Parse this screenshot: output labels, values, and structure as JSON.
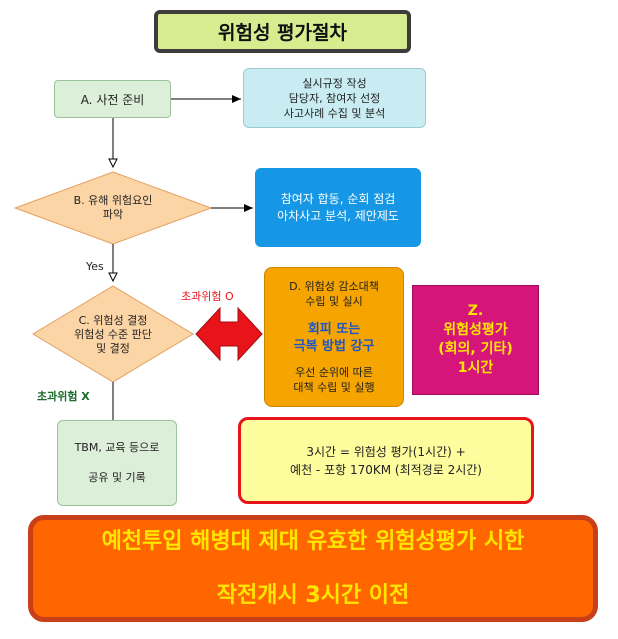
{
  "title": "위험성 평가절차",
  "step_a": "A. 사전 준비",
  "note_a": [
    "실시규정 작성",
    "담당자, 참여자 선정",
    "사고사례 수집 및 분석"
  ],
  "step_b": [
    "B. 유해 위험요인",
    "파악"
  ],
  "note_b": [
    "참여자 합동, 순회 점검",
    "아차사고 분석, 제안제도"
  ],
  "label_yes": "Yes",
  "step_c": [
    "C. 위험성 결정",
    "위험성 수준 판단",
    "및 결정"
  ],
  "label_excess_o": "초과위험 O",
  "label_excess_x": "초과위험 X",
  "step_d": {
    "head": [
      "D. 위험성 감소대책",
      "수립 및 실시"
    ],
    "emphasis": [
      "회피  또는",
      "극복 방법 강구"
    ],
    "tail": [
      "우선 순위에 따른",
      "대책 수립 및 실행"
    ]
  },
  "z_box": [
    "Z.",
    "위험성평가",
    "(회의, 기타)",
    "1시간"
  ],
  "tbm": [
    "TBM, 교육 등으로",
    "공유 및 기록"
  ],
  "time_box": [
    "3시간 = 위험성 평가(1시간) +",
    "예천 - 포항 170KM (최적경로 2시간)"
  ],
  "deadline": [
    "예천투입 해병대 제대 유효한 위험성평가 시한",
    "작전개시 3시간 이전"
  ],
  "colors": {
    "excess_o": "#e8141a",
    "excess_x": "#1b6b2a",
    "diamond_fill": "#fcd5a6",
    "double_arrow": "#e8141a",
    "deadline_text": "#ffe600"
  }
}
